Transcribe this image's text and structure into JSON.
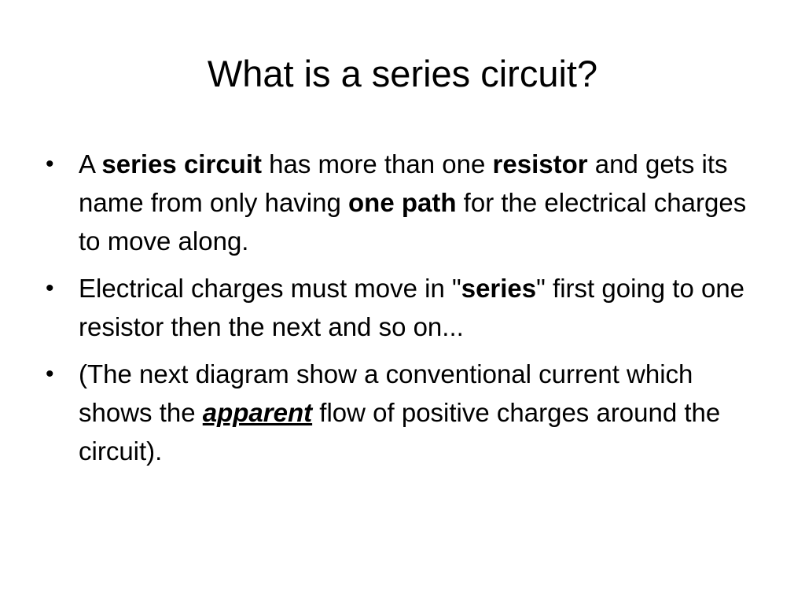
{
  "slide": {
    "title": "What is a series circuit?",
    "bullet_marker": "•",
    "bullets": [
      {
        "p1": "A ",
        "b1": "series circuit",
        "p2": " has more than one ",
        "b2": "resistor",
        "p3": " and gets its name from only having ",
        "b3": "one path",
        "p4": " for the electrical charges to move along."
      },
      {
        "p1": "Electrical charges must move in \"",
        "b1": "series",
        "p2": "\" first going to one resistor then the next and so on..."
      },
      {
        "p1": "(The next diagram show a conventional current which shows the ",
        "em1": "apparent",
        "p2": " flow of positive charges around the circuit)."
      }
    ]
  }
}
